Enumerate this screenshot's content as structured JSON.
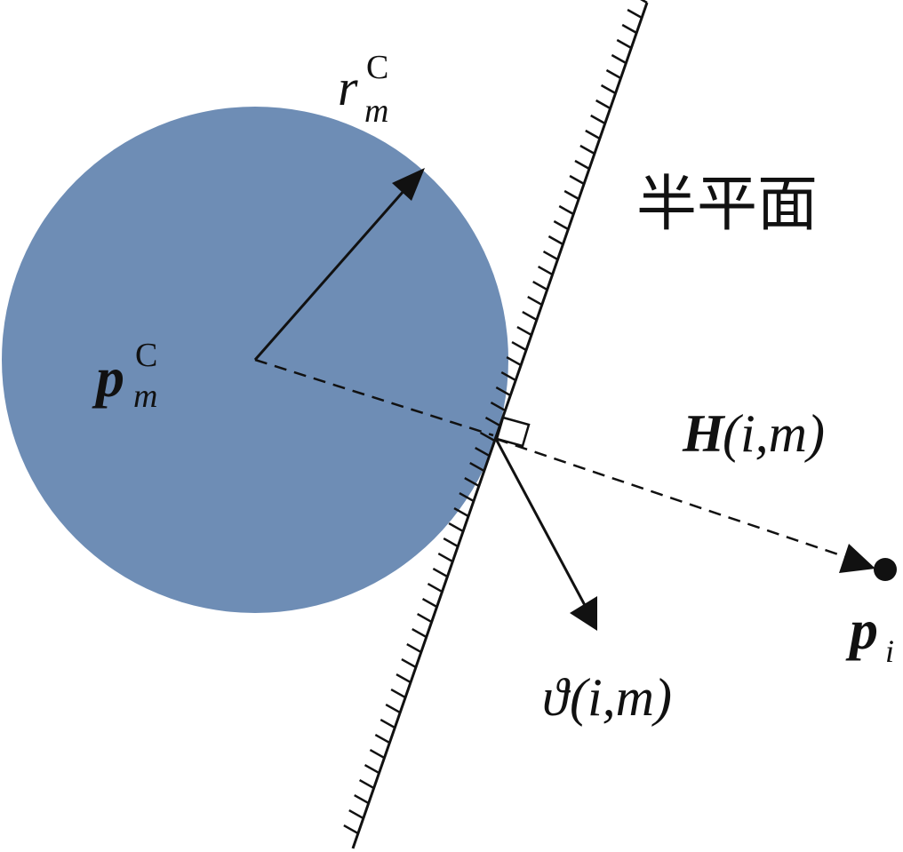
{
  "colors": {
    "obstacle_fill": "#6e8db5",
    "line": "#111111",
    "background": "#ffffff"
  },
  "labels": {
    "radius": {
      "base": "r",
      "sub": "m",
      "sup": "C"
    },
    "center": {
      "base": "p",
      "sub": "m",
      "sup": "C"
    },
    "half_plane": "半平面",
    "distance": {
      "base": "H",
      "args": "(i,m)"
    },
    "normal": {
      "base": "ϑ",
      "args": "(i,m)"
    },
    "point": {
      "base": "p",
      "sub": "i"
    }
  }
}
